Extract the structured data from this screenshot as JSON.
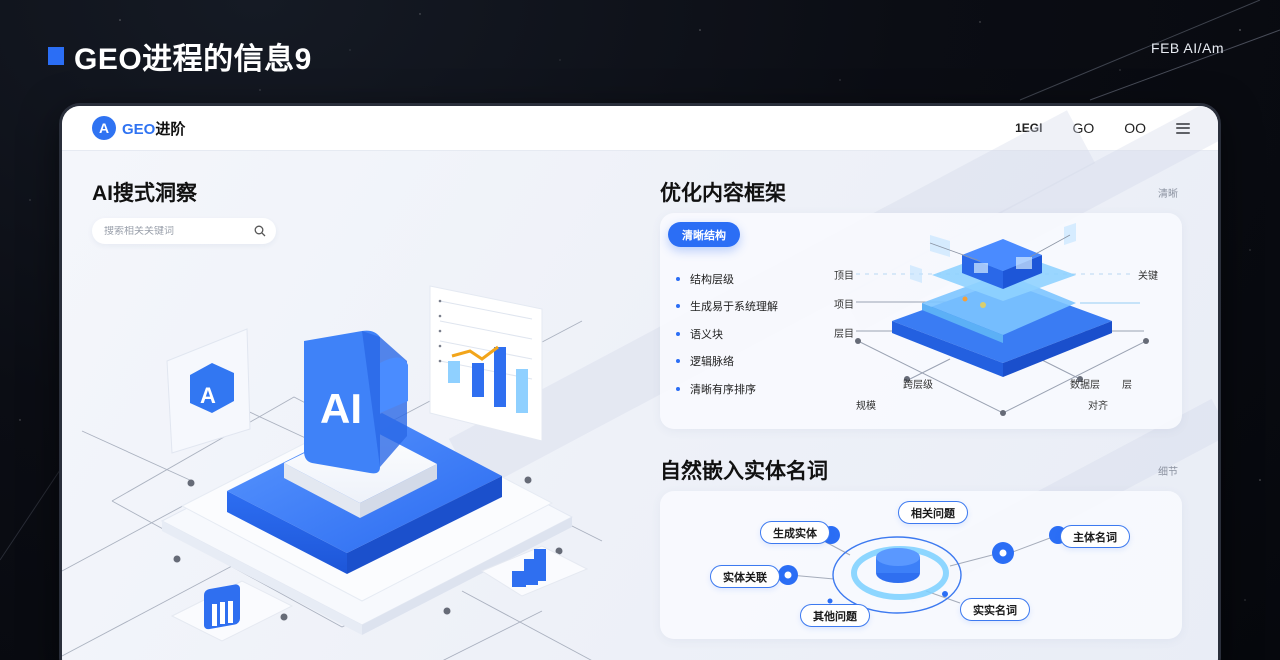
{
  "slide": {
    "title": "GEO进程的信息9",
    "corner_label": "FEB AI/Am",
    "accent_color": "#2b6ef5"
  },
  "window": {
    "brand": {
      "prefix": "GEO",
      "suffix": "进阶",
      "logo_letter": "A"
    },
    "nav": [
      {
        "label": "1EGI"
      },
      {
        "label": "GO"
      },
      {
        "label": "OO"
      }
    ],
    "menu_icon": "hamburger-icon"
  },
  "left_panel": {
    "title": "AI搜式洞察",
    "search": {
      "placeholder": "搜索相关关键词",
      "icon": "search-icon"
    },
    "illustration": {
      "center_tile_text": "AI",
      "badge_letter": "A",
      "mini_chart": {
        "bars": [
          3,
          4,
          7,
          5
        ],
        "line": [
          4,
          4.5,
          3.8,
          6.5
        ]
      }
    }
  },
  "framework": {
    "title": "优化内容框架",
    "side_note": "清晰",
    "button_label": "清晰结构",
    "bullets": [
      "结构层级",
      "生成易于系统理解",
      "语义块",
      "逻辑脉络",
      "清晰有序排序"
    ],
    "layer_labels_left": [
      "顶目",
      "项目",
      "层目"
    ],
    "layer_label_right": "关键",
    "base_labels": [
      "跨层级",
      "数据层",
      "层",
      "规模",
      "对齐"
    ]
  },
  "entities": {
    "title": "自然嵌入实体名词",
    "side_note": "细节",
    "nodes": [
      {
        "label": "生成实体"
      },
      {
        "label": "相关问题"
      },
      {
        "label": "主体名词"
      },
      {
        "label": "实体关联"
      },
      {
        "label": "其他问题"
      },
      {
        "label": "实实名词"
      }
    ]
  }
}
